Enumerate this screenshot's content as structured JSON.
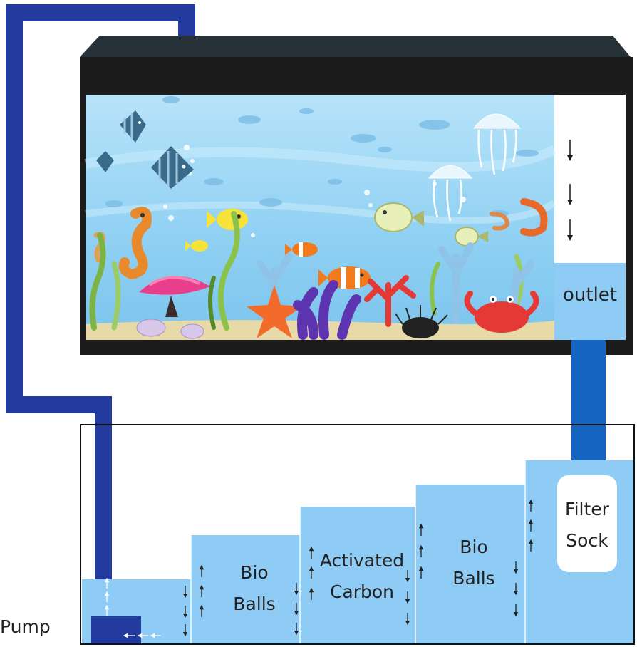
{
  "labels": {
    "outlet": "outlet",
    "filter_sock": [
      "Filter",
      "Sock"
    ],
    "bio_balls_1": [
      "Bio",
      "Balls"
    ],
    "activated_carbon": [
      "Activated",
      "Carbon"
    ],
    "bio_balls_2": [
      "Bio",
      "Balls"
    ],
    "pump": "Pump"
  },
  "colors": {
    "pipe_return": "#233a9e",
    "pipe_drain": "#1565c0",
    "water": "#8ecbf5",
    "tank_frame": "#1a1a1a",
    "tank_lid": "#263238",
    "aquarium_water": "#a9dcf6",
    "sump_outline": "#111111"
  },
  "icons": [
    "fish-icon",
    "seahorse-icon",
    "jellyfish-icon",
    "starfish-icon",
    "crab-icon",
    "shrimp-icon",
    "coral-icon",
    "seaweed-icon",
    "shell-icon",
    "sea-urchin-icon",
    "flow-arrow-icon"
  ]
}
